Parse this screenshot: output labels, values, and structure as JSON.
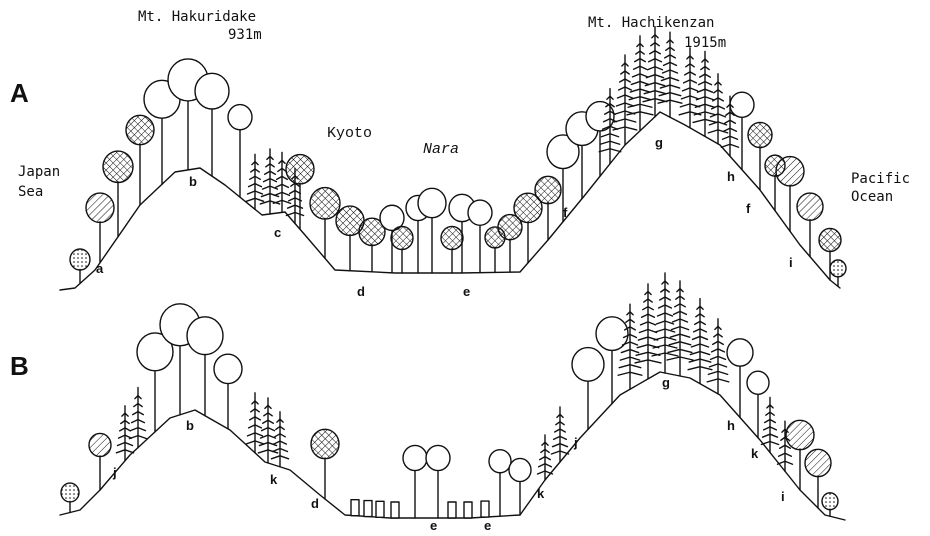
{
  "labels": {
    "mountain_left_name": "Mt. Hakuridake",
    "mountain_left_elev": "931m",
    "mountain_right_name": "Mt. Hachikenzan",
    "mountain_right_elev": "1915m",
    "kyoto": "Kyoto",
    "nara": "Nara",
    "japan_sea_1": "Japan",
    "japan_sea_2": "Sea",
    "pacific_1": "Pacific",
    "pacific_2": "Ocean"
  },
  "panels": [
    {
      "letter": "A",
      "zones": [
        "a",
        "b",
        "c",
        "d",
        "e",
        "f",
        "g",
        "h",
        "f",
        "i"
      ]
    },
    {
      "letter": "B",
      "zones": [
        "j",
        "b",
        "k",
        "d",
        "e",
        "e",
        "k",
        "j",
        "g",
        "h",
        "k",
        "i"
      ]
    }
  ],
  "colors": {
    "ink": "#111111",
    "bg": "#ffffff"
  }
}
